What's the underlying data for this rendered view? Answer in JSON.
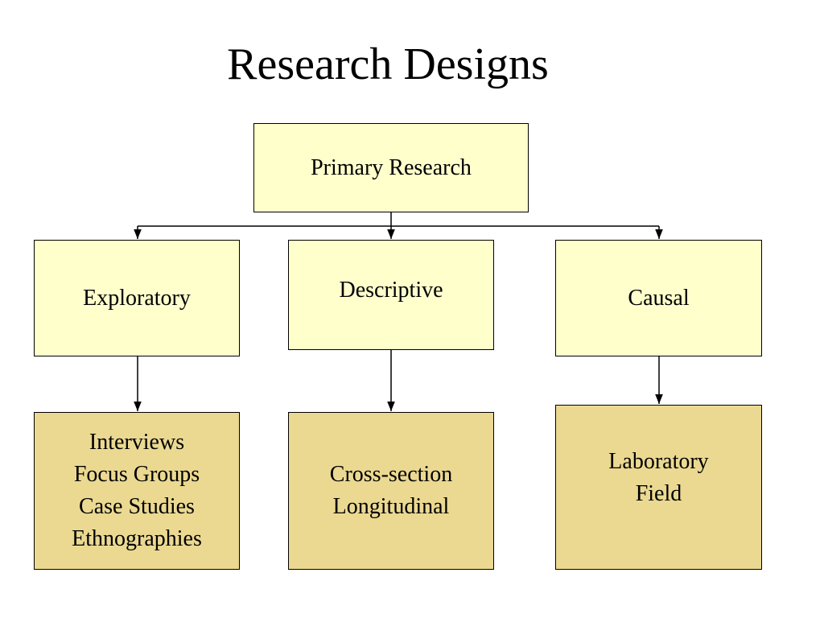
{
  "title": "Research Designs",
  "colors": {
    "light_fill": "#FFFFCC",
    "dark_fill": "#EBD992",
    "line": "#000000"
  },
  "diagram": {
    "root": {
      "label": "Primary Research"
    },
    "designs": [
      {
        "label": "Exploratory",
        "methods": [
          "Interviews",
          "Focus Groups",
          "Case Studies",
          "Ethnographies"
        ]
      },
      {
        "label": "Descriptive",
        "methods": [
          "Cross-section",
          "Longitudinal"
        ]
      },
      {
        "label": "Causal",
        "methods": [
          "Laboratory",
          "Field"
        ]
      }
    ]
  }
}
